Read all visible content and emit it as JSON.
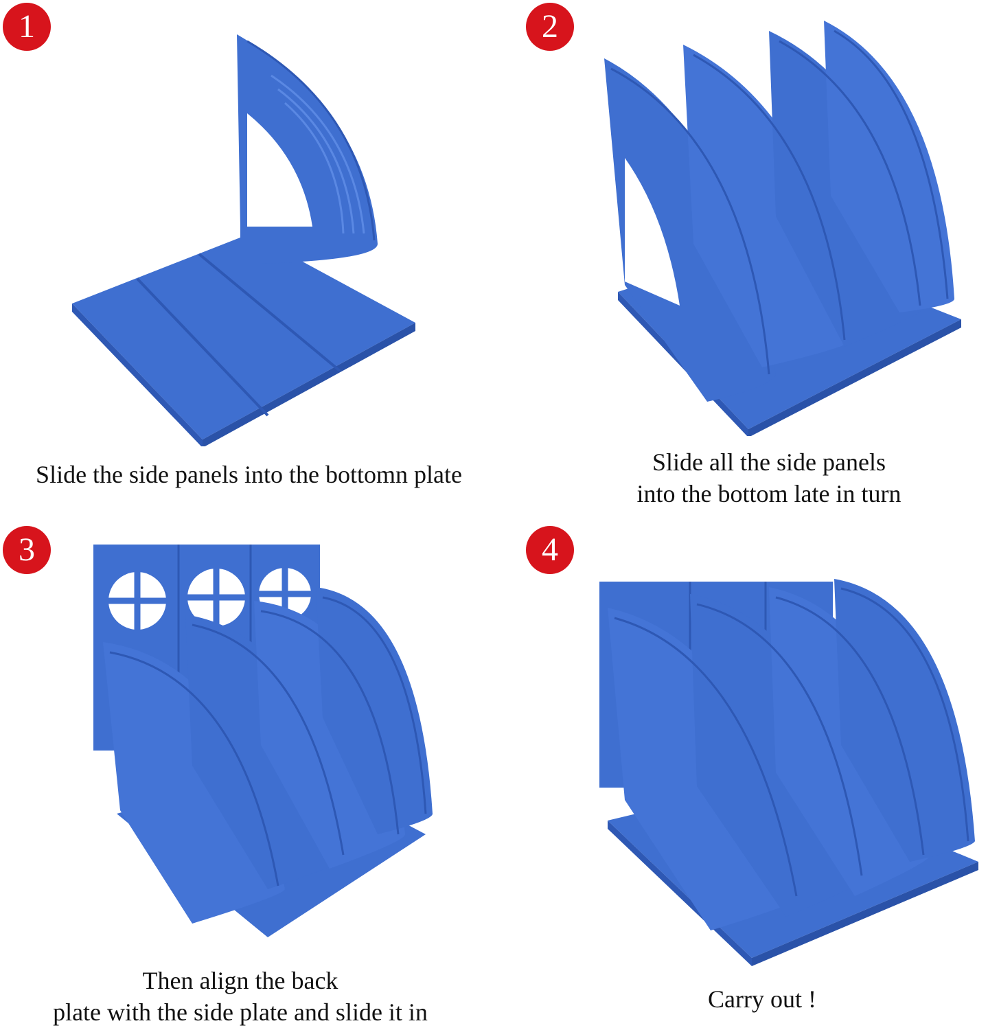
{
  "steps": [
    {
      "number": "1",
      "caption_lines": [
        "Slide the side panels into the bottomn plate"
      ]
    },
    {
      "number": "2",
      "caption_lines": [
        "Slide all the side panels",
        "into the bottom late in turn"
      ]
    },
    {
      "number": "3",
      "caption_lines": [
        "Then align the back",
        "plate with the side plate and slide it in"
      ]
    },
    {
      "number": "4",
      "caption_lines": [
        "Carry out !"
      ]
    }
  ],
  "colors": {
    "badge": "#d7141c",
    "plastic": "#3f6fd0",
    "plastic_dark": "#2e58b4",
    "plastic_light": "#5a88e3"
  }
}
